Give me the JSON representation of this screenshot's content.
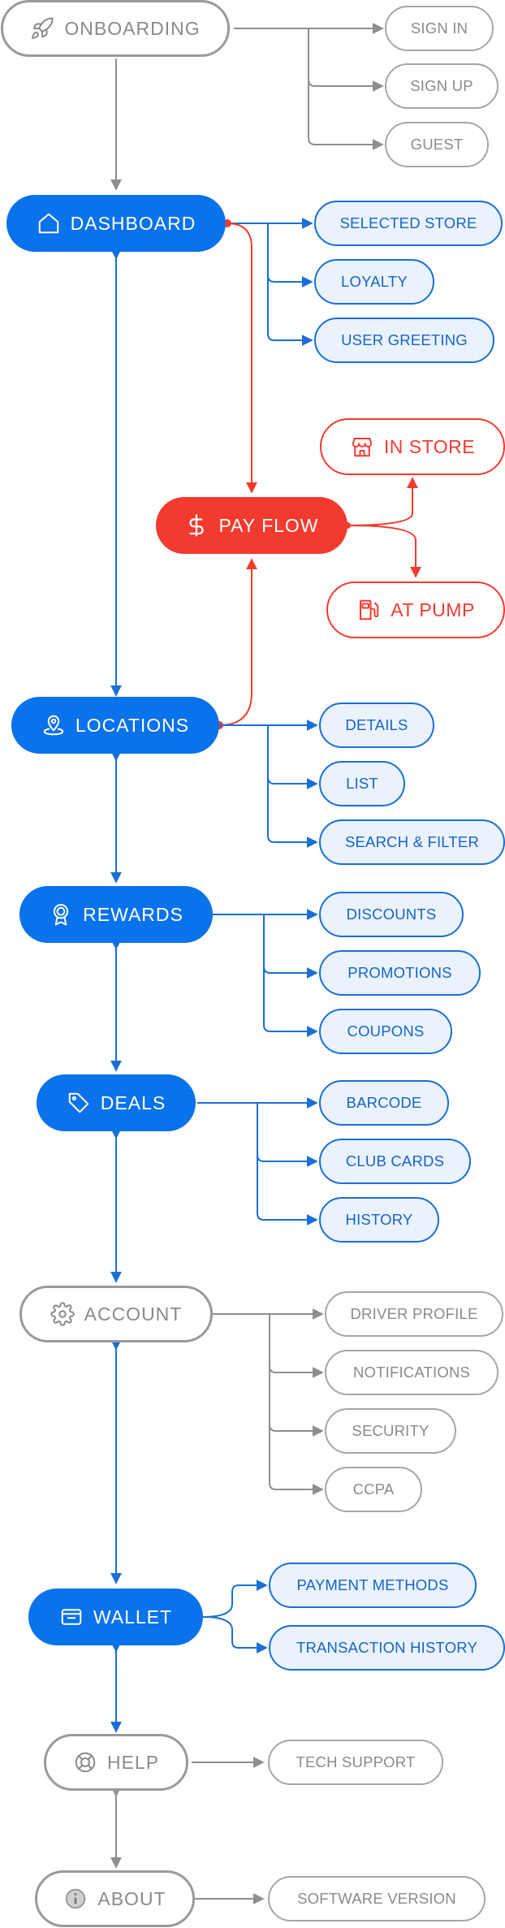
{
  "nodes": {
    "onboarding": {
      "label": "ONBOARDING",
      "icon": "rocket-icon"
    },
    "sign_in": {
      "label": "SIGN IN"
    },
    "sign_up": {
      "label": "SIGN UP"
    },
    "guest": {
      "label": "GUEST"
    },
    "dashboard": {
      "label": "DASHBOARD",
      "icon": "home-icon"
    },
    "selected_store": {
      "label": "SELECTED STORE"
    },
    "loyalty": {
      "label": "LOYALTY"
    },
    "user_greeting": {
      "label": "USER GREETING"
    },
    "pay_flow": {
      "label": "PAY FLOW",
      "icon": "dollar-icon"
    },
    "in_store": {
      "label": "IN STORE",
      "icon": "storefront-icon"
    },
    "at_pump": {
      "label": "AT PUMP",
      "icon": "fuel-pump-icon"
    },
    "locations": {
      "label": "LOCATIONS",
      "icon": "location-pin-icon"
    },
    "details": {
      "label": "DETAILS"
    },
    "list": {
      "label": "LIST"
    },
    "search_filter": {
      "label": "SEARCH & FILTER"
    },
    "rewards": {
      "label": "REWARDS",
      "icon": "award-ribbon-icon"
    },
    "discounts": {
      "label": "DISCOUNTS"
    },
    "promotions": {
      "label": "PROMOTIONS"
    },
    "coupons": {
      "label": "COUPONS"
    },
    "deals": {
      "label": "DEALS",
      "icon": "tag-icon"
    },
    "barcode": {
      "label": "BARCODE"
    },
    "club_cards": {
      "label": "CLUB CARDS"
    },
    "history": {
      "label": "HISTORY"
    },
    "account": {
      "label": "ACCOUNT",
      "icon": "gear-icon"
    },
    "driver_profile": {
      "label": "DRIVER PROFILE"
    },
    "notifications": {
      "label": "NOTIFICATIONS"
    },
    "security": {
      "label": "SECURITY"
    },
    "ccpa": {
      "label": "CCPA"
    },
    "wallet": {
      "label": "WALLET",
      "icon": "wallet-icon"
    },
    "payment_methods": {
      "label": "PAYMENT METHODS"
    },
    "transaction_history": {
      "label": "TRANSACTION HISTORY"
    },
    "help": {
      "label": "HELP",
      "icon": "lifebuoy-icon"
    },
    "tech_support": {
      "label": "TECH SUPPORT"
    },
    "about": {
      "label": "ABOUT",
      "icon": "info-icon"
    },
    "software_version": {
      "label": "SOFTWARE VERSION"
    }
  },
  "colors": {
    "primary_blue": "#0a72ea",
    "pay_red": "#f33a2f",
    "neutral_gray": "#9a9a9a",
    "sub_blue_fill": "#eaf2fc"
  }
}
